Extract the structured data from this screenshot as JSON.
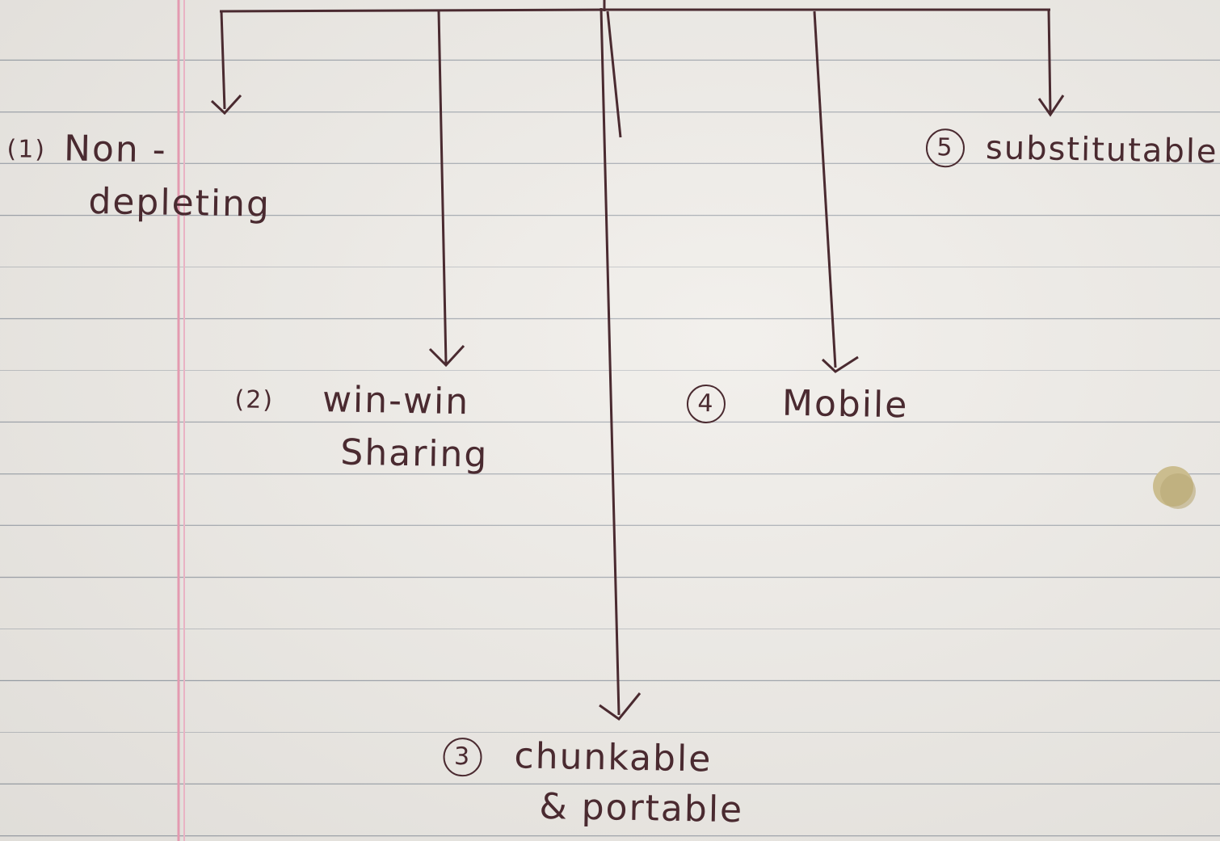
{
  "nodes": [
    {
      "id": "n1",
      "number": "(1)",
      "line1": "Non -",
      "line2": "depleting"
    },
    {
      "id": "n2",
      "number": "(2)",
      "line1": "win-win",
      "line2": "Sharing"
    },
    {
      "id": "n3",
      "number": "3",
      "line1": "chunkable",
      "line2": "& portable"
    },
    {
      "id": "n4",
      "number": "4",
      "line1": "Mobile",
      "line2": ""
    },
    {
      "id": "n5",
      "number": "5",
      "line1": "substitutable",
      "line2": ""
    }
  ],
  "colors": {
    "ink": "#4a2a30",
    "margin_line": "#e39ab0",
    "rule_line": "#9aa0a8",
    "paper": "#eeebe6",
    "pin": "#cbbd8f"
  }
}
